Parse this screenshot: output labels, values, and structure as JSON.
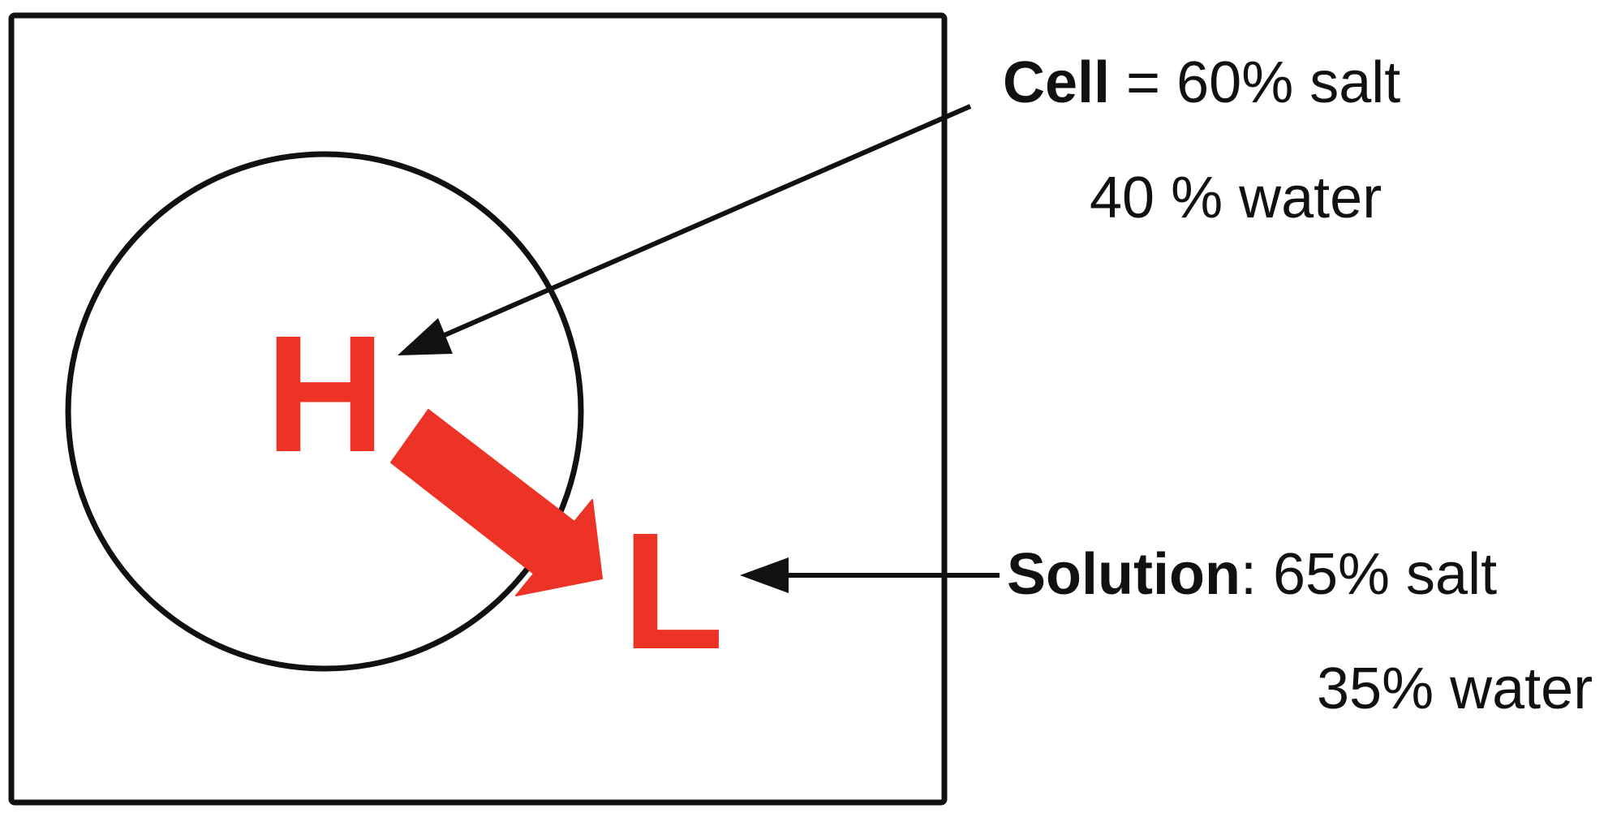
{
  "diagram": {
    "high_label": "H",
    "low_label": "L",
    "accent_color": "#ec3326",
    "line_color": "#111111",
    "cell": {
      "name": "Cell",
      "salt_text": " = 60% salt",
      "water_text": "40 % water"
    },
    "solution": {
      "name": "Solution",
      "salt_text": ": 65% salt",
      "water_text": "35% water"
    }
  }
}
